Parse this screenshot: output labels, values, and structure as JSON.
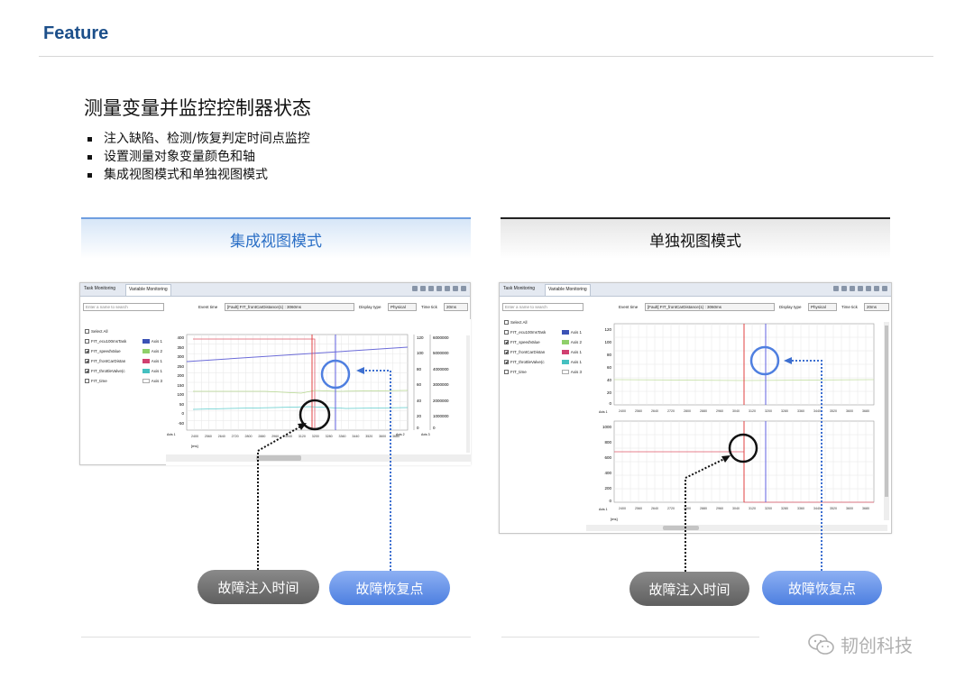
{
  "header": {
    "title": "Feature"
  },
  "main": {
    "title": "测量变量并监控控制器状态",
    "bullets": [
      "注入缺陷、检测/恢复判定时间点监控",
      "设置测量对象变量颜色和轴",
      "集成视图模式和单独视图模式"
    ]
  },
  "panels": {
    "left": {
      "heading": "集成视图模式"
    },
    "right": {
      "heading": "单独视图模式"
    }
  },
  "tool": {
    "tab_task": "Task Monitoring",
    "tab_variable": "Variable Monitoring",
    "search_placeholder": "Enter a name to search",
    "event_time_label": "Event time",
    "event_time_value": "[Fault] FIT_frontCarDistance(1) : 3060ms",
    "display_type_label": "Display type",
    "display_type_value": "Physical",
    "time_tick_label": "Time tick",
    "time_tick_value": "20ms",
    "select_all": "Select All",
    "variables": [
      {
        "name": "FIT_ecu100msTask",
        "axis": "Axis 1",
        "checked": false,
        "color": "#3b52b5"
      },
      {
        "name": "FIT_speedValue",
        "axis": "Axis 2",
        "checked": true,
        "color": "#8fcf6a"
      },
      {
        "name": "FIT_frontCarDistan",
        "axis": "Axis 1",
        "checked": true,
        "color": "#d04070"
      },
      {
        "name": "FIT_throttleValve(c",
        "axis": "Axis 1",
        "checked": true,
        "color": "#45c0c0"
      },
      {
        "name": "FIT_time",
        "axis": "Axis 3",
        "checked": false,
        "color": "#ffffff"
      }
    ],
    "x_unit": "[ms]",
    "x_ticks": [
      "2400",
      "2560",
      "2640",
      "2720",
      "2800",
      "2880",
      "2960",
      "3040",
      "3120",
      "3200",
      "3280",
      "3360",
      "3440",
      "3520",
      "3600",
      "3680"
    ],
    "left_y1_ticks": [
      "400",
      "350",
      "300",
      "250",
      "200",
      "150",
      "100",
      "50",
      "0",
      "-50"
    ],
    "left_y2_ticks": [
      "120",
      "100",
      "80",
      "60",
      "40",
      "20",
      "0"
    ],
    "left_y3_ticks": [
      "6000000",
      "5000000",
      "4000000",
      "3000000",
      "2000000",
      "1000000",
      "0"
    ],
    "right_top_y_ticks": [
      "120",
      "100",
      "80",
      "60",
      "40",
      "20",
      "0"
    ],
    "right_bottom_y_ticks": [
      "1000",
      "800",
      "600",
      "400",
      "200",
      "0"
    ],
    "axis_labels": {
      "axis1": "Axis 1",
      "axis2": "Axis 2",
      "axis3": "Axis 3"
    }
  },
  "callouts": {
    "fault_injection_time": "故障注入时间",
    "recovery_point": "故障恢复点"
  },
  "watermark": "韧创科技",
  "colors": {
    "brand": "#1c4f8a",
    "blue_accent": "#4d7fe0",
    "fault_line": "#e04040",
    "recovery_line": "#6060e0"
  }
}
